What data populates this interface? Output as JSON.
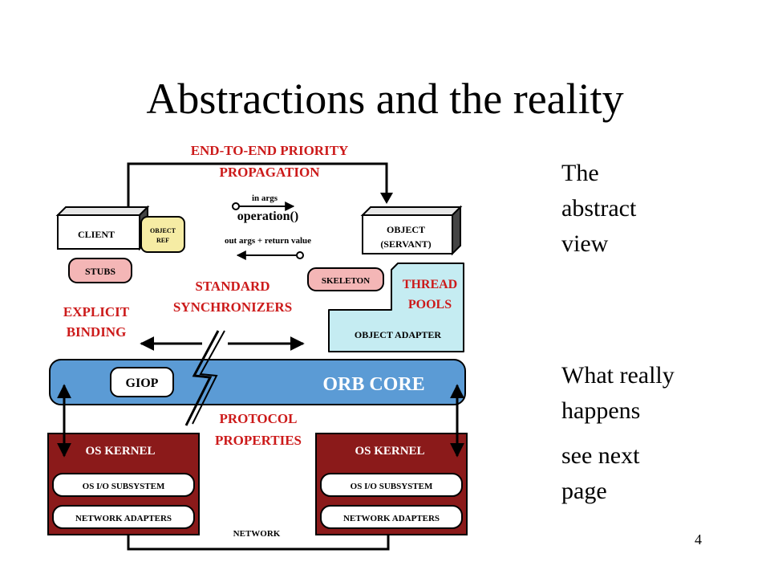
{
  "slide": {
    "title": "Abstractions and the reality",
    "page_number": "4"
  },
  "sidebar": {
    "line1": "The",
    "line2": "abstract",
    "line3": "view",
    "line4": "What really",
    "line5": "happens",
    "line6": "see next",
    "line7": "page"
  },
  "diagram": {
    "priority_line1": "END-TO-END PRIORITY",
    "priority_line2": "PROPAGATION",
    "in_args": "in args",
    "operation": "operation()",
    "out_args": "out args + return value",
    "client": "CLIENT",
    "object_ref_1": "OBJECT",
    "object_ref_2": "REF",
    "object_1": "OBJECT",
    "object_2": "(SERVANT)",
    "stubs": "STUBS",
    "skeleton": "SKELETON",
    "sync_1": "STANDARD",
    "sync_2": "SYNCHRONIZERS",
    "thread_1": "THREAD",
    "thread_2": "POOLS",
    "explicit_1": "EXPLICIT",
    "explicit_2": "BINDING",
    "object_adapter": "OBJECT ADAPTER",
    "giop": "GIOP",
    "orb_core": "ORB CORE",
    "protocol_1": "PROTOCOL",
    "protocol_2": "PROPERTIES",
    "os_kernel_left": "OS KERNEL",
    "os_kernel_right": "OS KERNEL",
    "io_left": "OS I/O SUBSYSTEM",
    "io_right": "OS I/O SUBSYSTEM",
    "net_left": "NETWORK ADAPTERS",
    "net_right": "NETWORK ADAPTERS",
    "network": "NETWORK"
  },
  "colors": {
    "red_text": "#cc1a1a",
    "kernel_fill": "#8b1a1a",
    "orb_fill": "#5b9bd5",
    "stubs_fill": "#f4b6b6",
    "ref_fill": "#f6eca4",
    "adapter_fill": "#c5ecf2"
  }
}
